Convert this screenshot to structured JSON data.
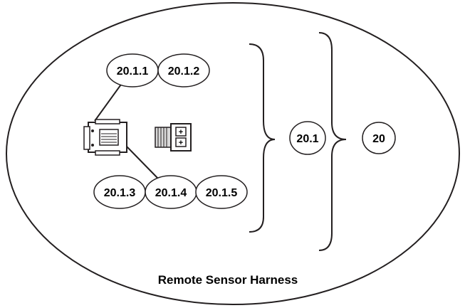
{
  "diagram": {
    "title": "Remote Sensor Harness",
    "callouts": {
      "c20_1_1": "20.1.1",
      "c20_1_2": "20.1.2",
      "c20_1_3": "20.1.3",
      "c20_1_4": "20.1.4",
      "c20_1_5": "20.1.5",
      "c20_1": "20.1",
      "c20": "20"
    },
    "connector_pins": [
      "+",
      "+"
    ],
    "colors": {
      "stroke": "#231f20",
      "connector_fill": "#d9d9d9",
      "background": "#ffffff"
    }
  }
}
